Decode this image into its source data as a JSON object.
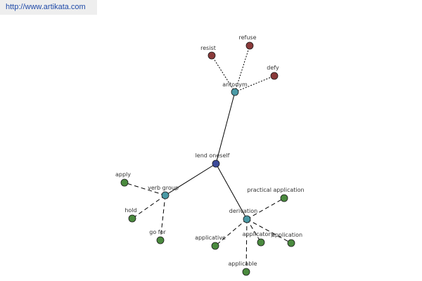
{
  "site_url": "http://www.artikata.com",
  "colors": {
    "root": "#3c4a9a",
    "hub": "#4a9aa6",
    "antonym_leaf": "#8a3a3a",
    "related_leaf": "#4a8a3e"
  },
  "graph": {
    "root": "lend oneself",
    "hubs": [
      "antonym",
      "verb group",
      "derivation"
    ],
    "antonyms": [
      "resist",
      "refuse",
      "defy"
    ],
    "verb_group": [
      "apply",
      "hold",
      "go for"
    ],
    "derivation": [
      "practical application",
      "applicative",
      "applicatory",
      "application",
      "applicable"
    ]
  }
}
